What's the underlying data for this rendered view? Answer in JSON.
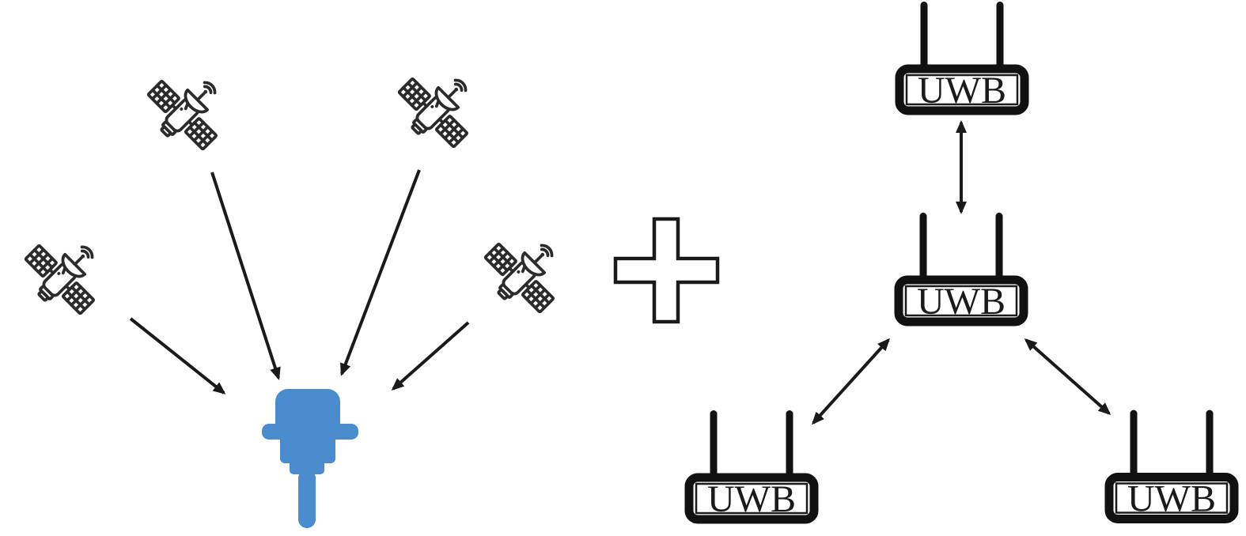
{
  "colors": {
    "background": "#ffffff",
    "satellite_outline": "#2b2b2b",
    "arrow": "#1a1a1a",
    "receiver_blue": "#4a8cce",
    "anchor_outline": "#111111",
    "label_text": "#1a1a1a"
  },
  "gnss": {
    "satellite_count": 4,
    "satellite_positions": [
      "top-left",
      "top-right",
      "far-left",
      "mid-right"
    ],
    "receiver": "gnss-receiver",
    "signal_arrow_count": 4
  },
  "operator": {
    "symbol": "+"
  },
  "uwb": {
    "anchors": [
      {
        "position": "top",
        "label": "UWB"
      },
      {
        "position": "middle",
        "label": "UWB"
      },
      {
        "position": "bottom-left",
        "label": "UWB"
      },
      {
        "position": "bottom-right",
        "label": "UWB"
      }
    ],
    "links": [
      {
        "from": "top",
        "to": "middle",
        "bidirectional": true
      },
      {
        "from": "middle",
        "to": "bottom-left",
        "bidirectional": true
      },
      {
        "from": "middle",
        "to": "bottom-right",
        "bidirectional": true
      }
    ]
  }
}
